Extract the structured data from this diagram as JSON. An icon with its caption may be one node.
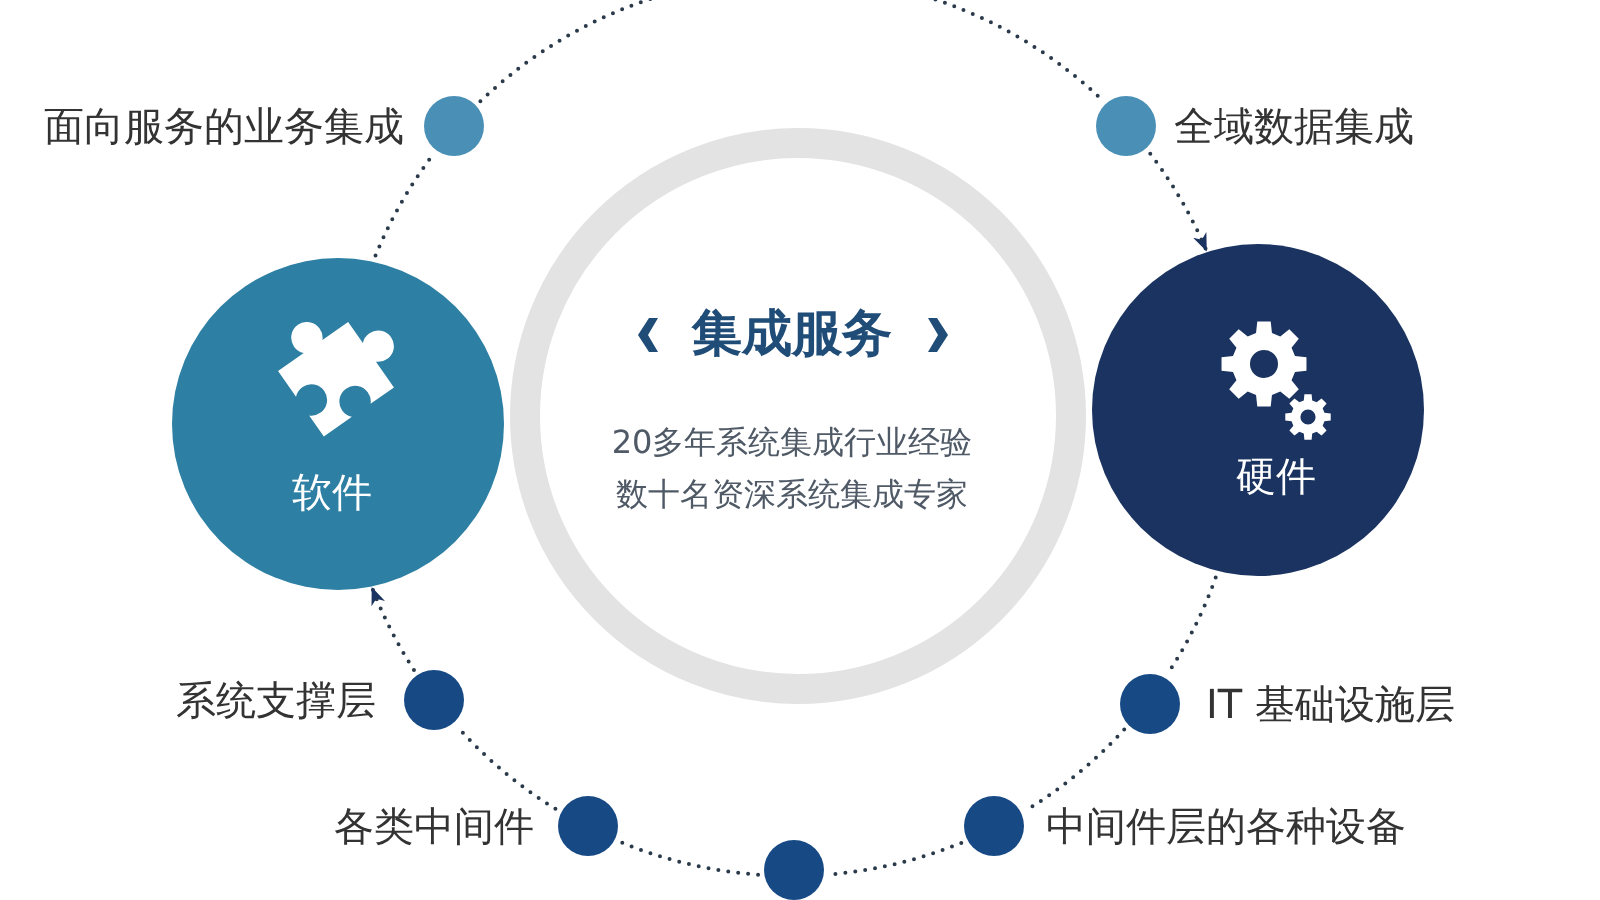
{
  "diagram": {
    "nodes": [
      {
        "text": [],
        "shape": "circle",
        "beside": [
          "面向服务的业务集成"
        ]
      },
      {
        "text": [],
        "shape": "circle",
        "beside": [
          "全域数据集成"
        ]
      },
      {
        "text": [
          "软件"
        ]
      },
      {
        "text": [
          "集成服务",
          "20多年系统集成行业经验",
          "数十名资深系统集成专家"
        ]
      },
      {
        "text": [
          "硬件"
        ]
      },
      {
        "text": [],
        "shape": "circle",
        "beside": [
          "系统支撑层"
        ]
      },
      {
        "text": [],
        "shape": "circle",
        "beside": [
          "IT 基础设施层"
        ]
      },
      {
        "text": [],
        "shape": "circle",
        "beside": [
          "各类中间件"
        ]
      },
      {
        "text": [],
        "shape": "circle",
        "beside": [
          "中间件层的各种设备"
        ]
      },
      {
        "text": [],
        "shape": "circle"
      }
    ],
    "edges": [
      {
        "from": 2,
        "to": 0,
        "arrow": "none",
        "style": "dashed"
      },
      {
        "from": 0,
        "to": 1,
        "arrow": "none",
        "style": "dashed"
      },
      {
        "from": 1,
        "to": 4,
        "arrow": "to",
        "style": "dashed"
      },
      {
        "from": 4,
        "to": 6,
        "arrow": "none",
        "style": "dashed"
      },
      {
        "from": 6,
        "to": 8,
        "arrow": "none",
        "style": "dashed"
      },
      {
        "from": 8,
        "to": 9,
        "arrow": "none",
        "style": "dashed"
      },
      {
        "from": 9,
        "to": 7,
        "arrow": "none",
        "style": "dashed"
      },
      {
        "from": 7,
        "to": 5,
        "arrow": "none",
        "style": "dashed"
      },
      {
        "from": 5,
        "to": 2,
        "arrow": "to",
        "style": "dashed"
      }
    ]
  }
}
